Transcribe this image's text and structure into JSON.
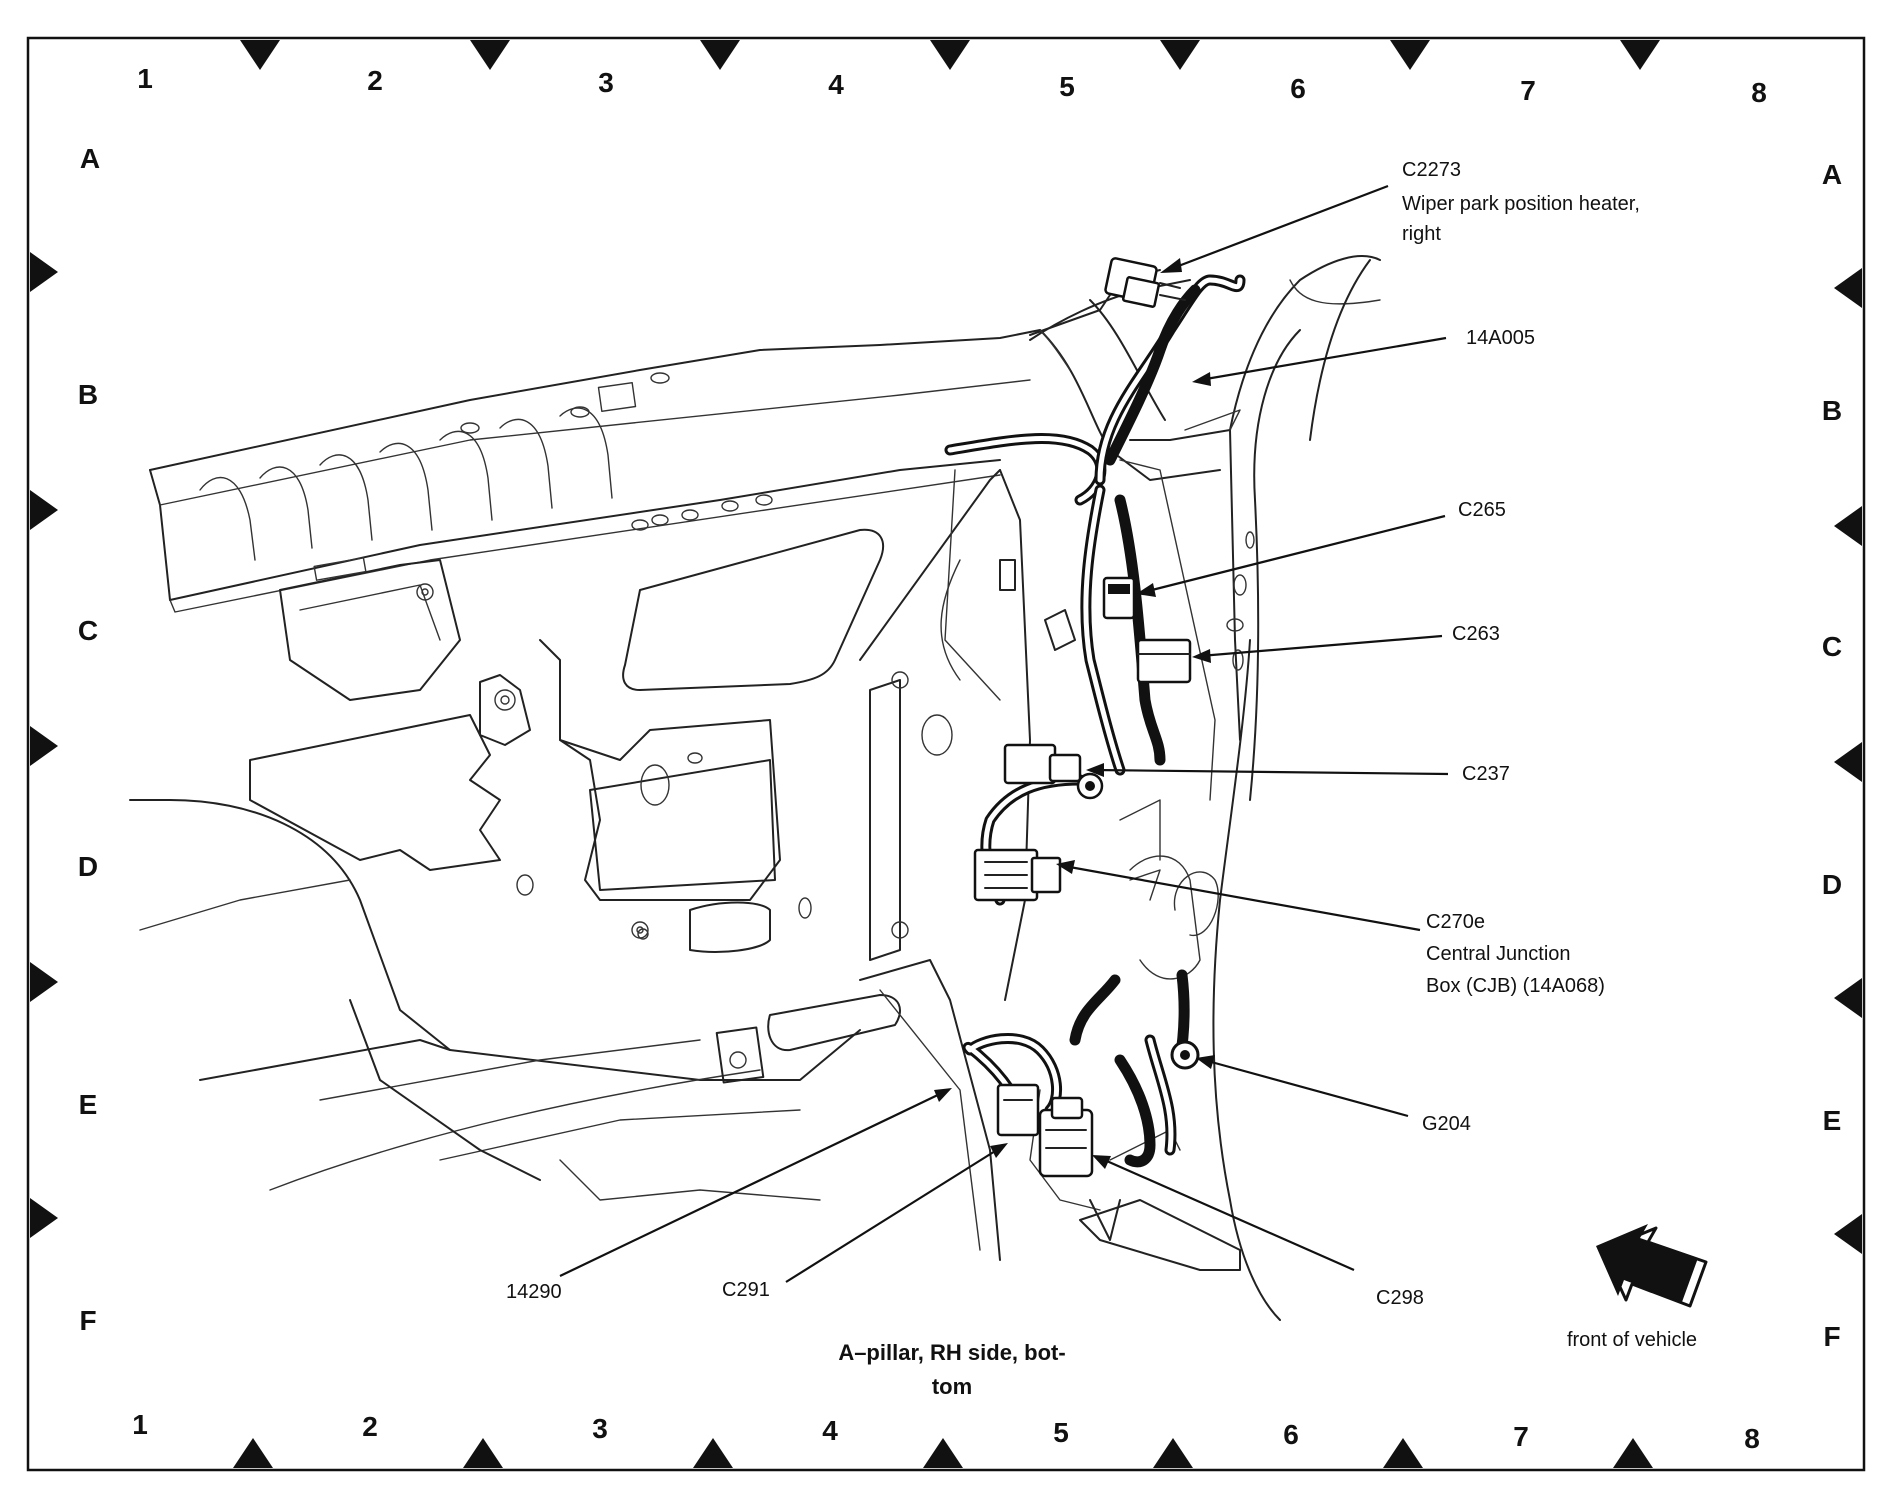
{
  "grid": {
    "columns": [
      "1",
      "2",
      "3",
      "4",
      "5",
      "6",
      "7",
      "8"
    ],
    "rows": [
      "A",
      "B",
      "C",
      "D",
      "E",
      "F"
    ]
  },
  "callouts": {
    "c2273": {
      "ref": "C2273",
      "line1": "Wiper park position heater,",
      "line2": "right"
    },
    "harness_14a005": {
      "ref": "14A005"
    },
    "c265": {
      "ref": "C265"
    },
    "c263": {
      "ref": "C263"
    },
    "c237": {
      "ref": "C237"
    },
    "c270e": {
      "ref": "C270e",
      "line1": "Central Junction",
      "line2": "Box (CJB) (14A068)"
    },
    "g204": {
      "ref": "G204"
    },
    "c298": {
      "ref": "C298"
    },
    "c291": {
      "ref": "C291"
    },
    "harness_14290": {
      "ref": "14290"
    }
  },
  "front_indicator": {
    "label": "front of vehicle",
    "icon": "front-arrow-icon"
  },
  "caption": {
    "line1": "A–pillar, RH side, bot-",
    "line2": "tom"
  }
}
